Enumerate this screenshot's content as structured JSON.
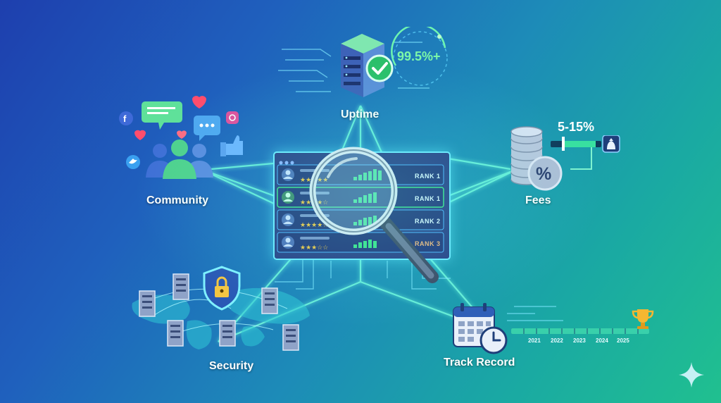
{
  "nodes": {
    "uptime": {
      "label": "Uptime",
      "value": "99.5%+"
    },
    "fees": {
      "label": "Fees",
      "value": "5-15%"
    },
    "community": {
      "label": "Community"
    },
    "security": {
      "label": "Security"
    },
    "track_record": {
      "label": "Track Record",
      "years": [
        "2021",
        "2022",
        "2023",
        "2024",
        "2025"
      ]
    }
  },
  "rankings": {
    "rows": [
      {
        "rank": "RANK 1"
      },
      {
        "rank": "RANK 1"
      },
      {
        "rank": "RANK 2"
      },
      {
        "rank": "RANK 3"
      }
    ]
  },
  "colors": {
    "glow_line": "#5ff5d6",
    "accent_green": "#3de08a",
    "star": "#f5c542",
    "heart": "#ff4d6d",
    "panel": "#2a3f86"
  },
  "icons": [
    "server-icon",
    "check-badge-icon",
    "coin-stack-icon",
    "percent-icon",
    "money-bag-icon",
    "people-icon",
    "chat-bubble-icon",
    "heart-icon",
    "thumbs-up-icon",
    "facebook-icon",
    "twitter-icon",
    "instagram-icon",
    "shield-lock-icon",
    "world-map-icon",
    "calendar-icon",
    "clock-icon",
    "trophy-icon",
    "magnifier-icon",
    "sparkle-icon"
  ]
}
